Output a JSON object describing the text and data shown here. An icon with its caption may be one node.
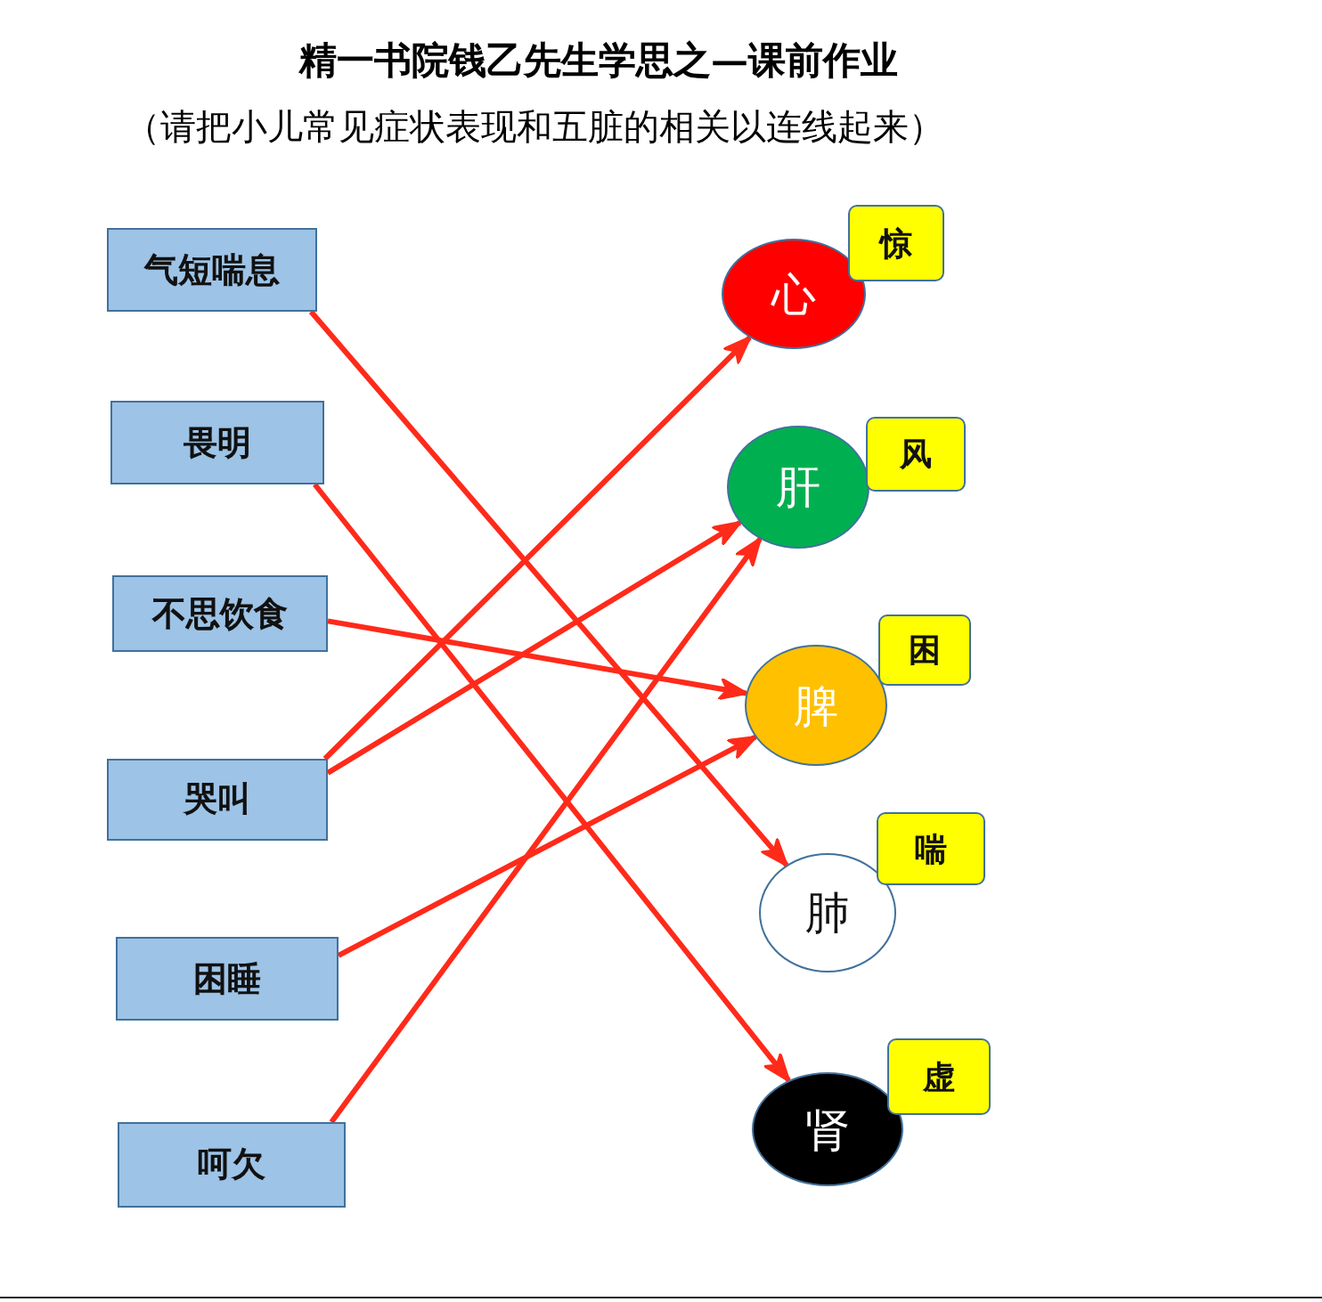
{
  "diagram": {
    "title": "精一书院钱乙先生学思之—课前作业",
    "nodes": [
      {
        "text": [
          "气短喘息"
        ]
      },
      {
        "text": [
          "畏明"
        ]
      },
      {
        "text": [
          "不思饮食"
        ]
      },
      {
        "text": [
          "哭叫"
        ]
      },
      {
        "text": [
          "困睡"
        ]
      },
      {
        "text": [
          "呵欠"
        ]
      },
      {
        "text": [
          "心"
        ]
      },
      {
        "text": [
          "肝"
        ]
      },
      {
        "text": [
          "脾"
        ]
      },
      {
        "text": [
          "肺"
        ]
      },
      {
        "text": [
          "肾"
        ]
      },
      {
        "text": [
          "惊"
        ]
      },
      {
        "text": [
          "风"
        ]
      },
      {
        "text": [
          "困"
        ]
      },
      {
        "text": [
          "喘"
        ]
      },
      {
        "text": [
          "虚"
        ]
      }
    ],
    "edges": [
      {
        "from": 0,
        "to": 9,
        "arrow": "to"
      },
      {
        "from": 1,
        "to": 10,
        "arrow": "to"
      },
      {
        "from": 2,
        "to": 8,
        "arrow": "to"
      },
      {
        "from": 3,
        "to": 6,
        "arrow": "to"
      },
      {
        "from": 3,
        "to": 7,
        "arrow": "to"
      },
      {
        "from": 4,
        "to": 8,
        "arrow": "to"
      },
      {
        "from": 5,
        "to": 7,
        "arrow": "to"
      }
    ],
    "labels": [
      "（请把小儿常见症状表现和五脏的相关以连线起来）"
    ]
  }
}
